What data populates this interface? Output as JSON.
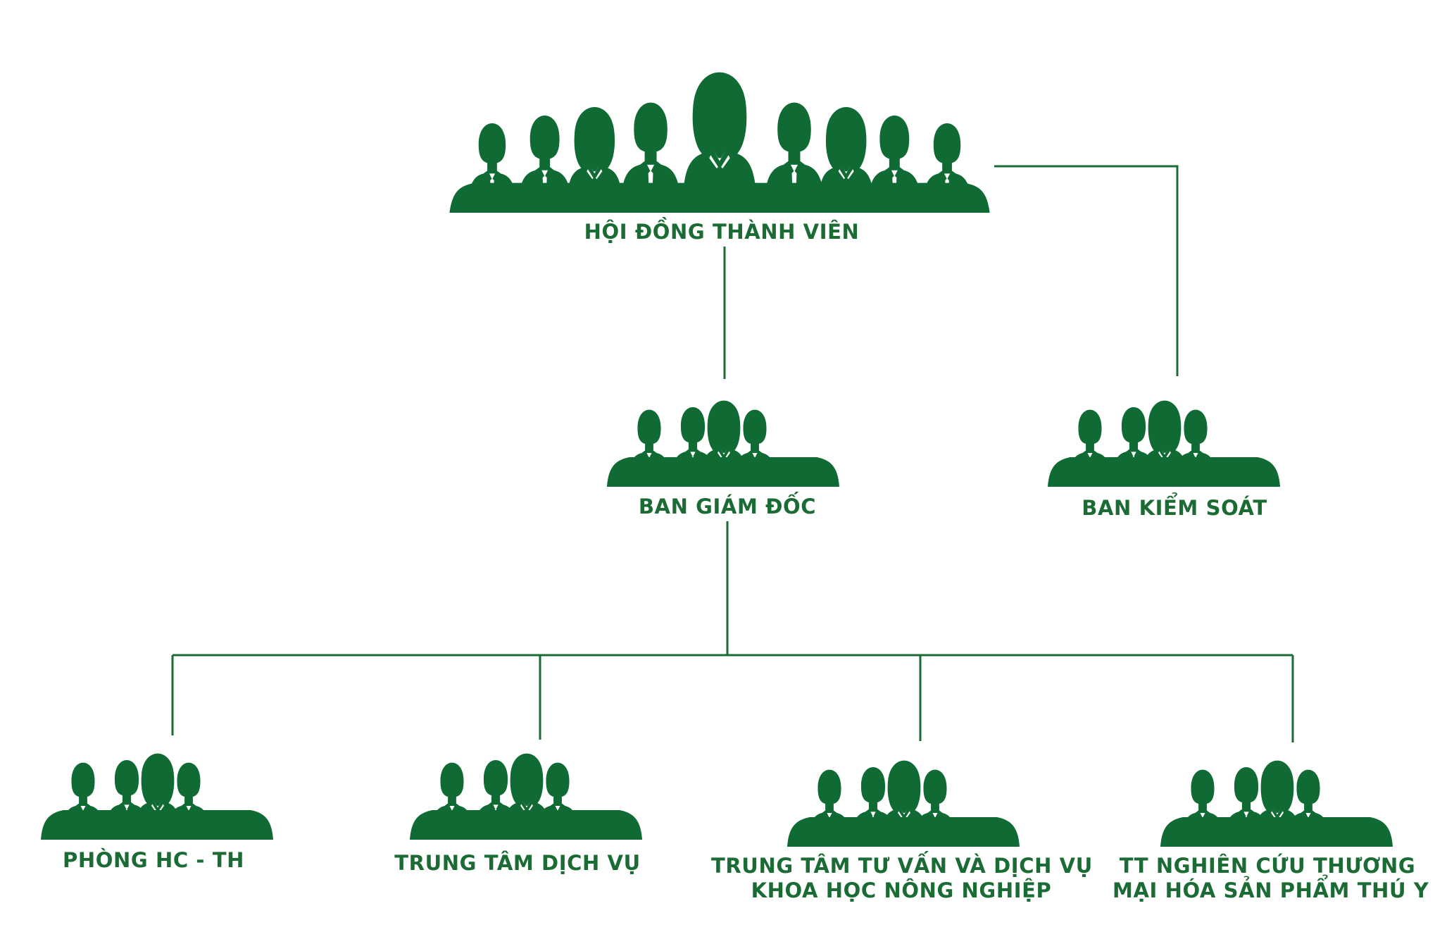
{
  "colors": {
    "silhouette": "#0f6b33",
    "text": "#1b6b34",
    "connector": "#1b6b34",
    "background": "#ffffff"
  },
  "icons": {
    "group_icon": "people-group-silhouette-icon"
  },
  "nodes": {
    "board": {
      "label": "HỘI ĐỒNG THÀNH VIÊN"
    },
    "directors": {
      "label": "BAN GIÁM ĐỐC"
    },
    "supervisory": {
      "label": "BAN KIỂM SOÁT"
    },
    "admin_office": {
      "label": "PHÒNG HC - TH"
    },
    "service_center": {
      "label": "TRUNG TÂM DỊCH VỤ"
    },
    "consulting_center": {
      "lines": [
        "TRUNG TÂM TƯ VẤN VÀ DỊCH VỤ",
        "KHOA HỌC NÔNG NGHIỆP"
      ]
    },
    "vet_research_center": {
      "lines": [
        "TT NGHIÊN CỨU THƯƠNG",
        "MẠI HÓA SẢN PHẨM THÚ Y"
      ]
    }
  }
}
